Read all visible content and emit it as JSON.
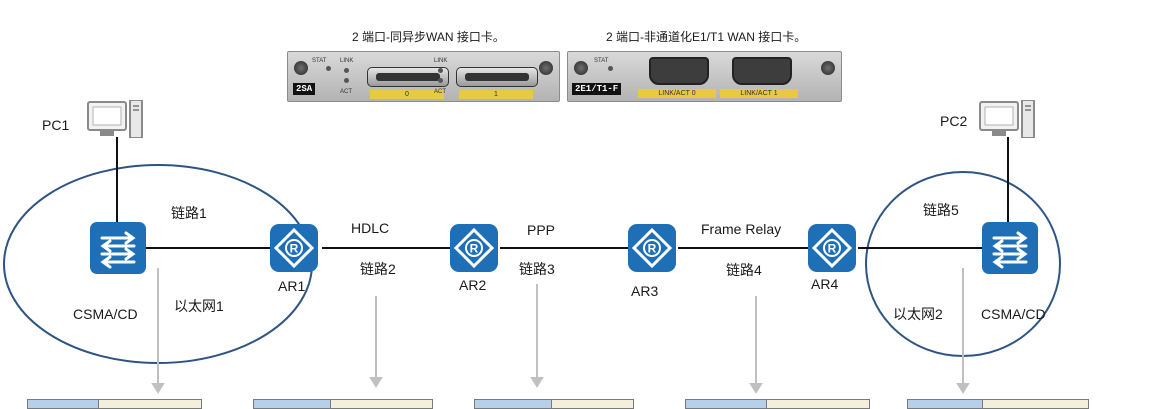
{
  "cards": [
    {
      "caption": "2 端口-同异步WAN 接口卡。",
      "badge": "2SA",
      "port_labels": [
        "0",
        "1"
      ]
    },
    {
      "caption": "2 端口-非通道化E1/T1 WAN 接口卡。",
      "badge": "2E1/T1-F",
      "port_labels": [
        "LINK/ACT  0",
        "LINK/ACT  1"
      ]
    }
  ],
  "card_silk": {
    "stat": "STAT",
    "link": "LINK",
    "act": "ACT"
  },
  "pcs": [
    {
      "label": "PC1"
    },
    {
      "label": "PC2"
    }
  ],
  "routers": [
    {
      "label": "AR1"
    },
    {
      "label": "AR2"
    },
    {
      "label": "AR3"
    },
    {
      "label": "AR4"
    }
  ],
  "router_glyph": "R",
  "links": [
    {
      "label": "链路1"
    },
    {
      "label": "链路2",
      "protocol": "HDLC"
    },
    {
      "label": "链路3",
      "protocol": "PPP"
    },
    {
      "label": "链路4",
      "protocol": "Frame Relay"
    },
    {
      "label": "链路5"
    }
  ],
  "networks": [
    {
      "name": "以太网1",
      "access": "CSMA/CD"
    },
    {
      "name": "以太网2",
      "access": "CSMA/CD"
    }
  ],
  "colors": {
    "device_blue": "#1e6fb6",
    "ellipse_stroke": "#2e5483",
    "arrow_gray": "#c0c0c0",
    "table_header": "#b7d0ea",
    "table_body": "#f4eedc"
  }
}
